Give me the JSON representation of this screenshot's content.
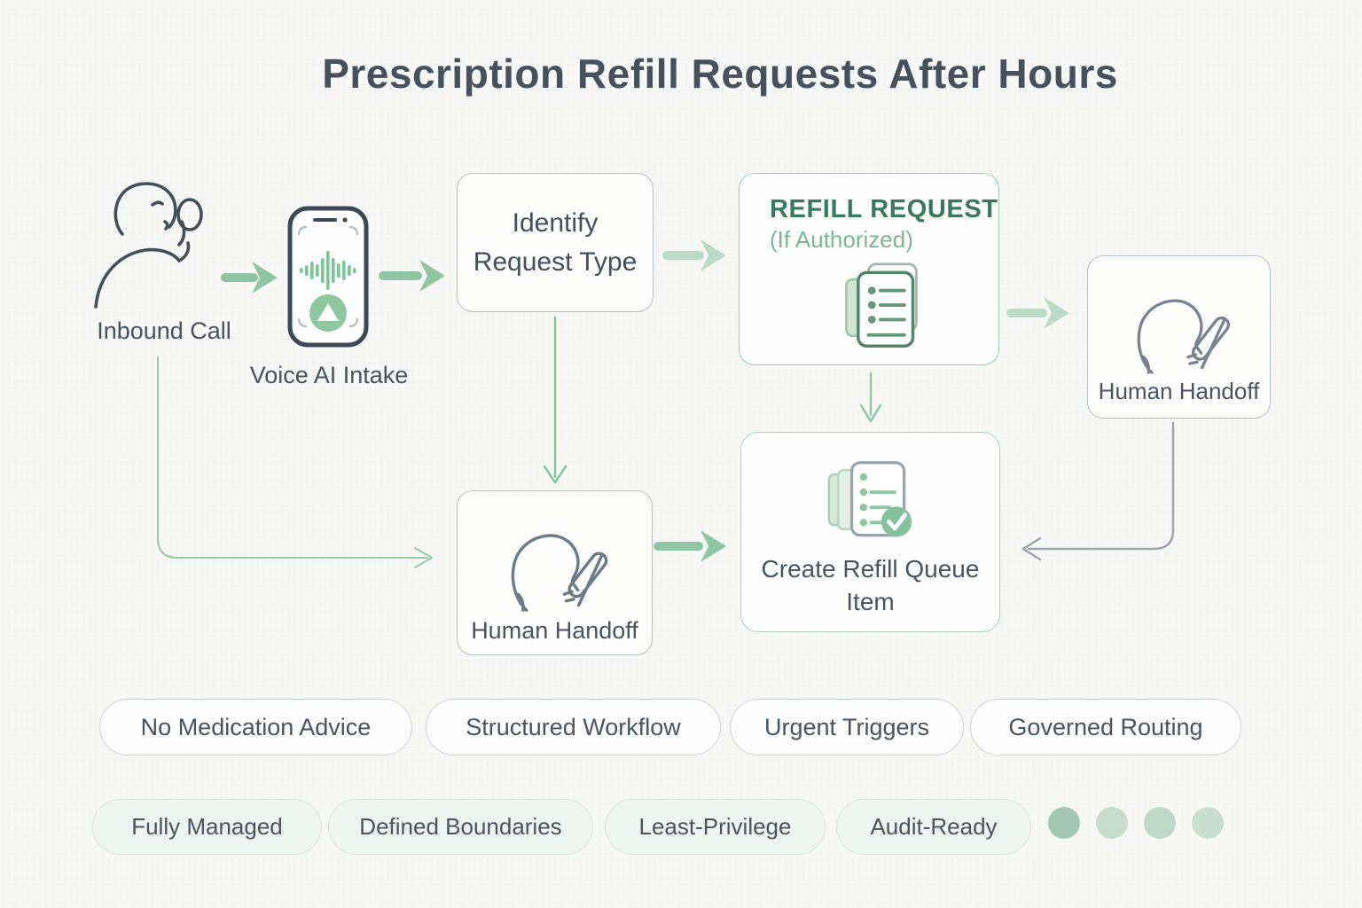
{
  "title": "Prescription Refill Requests After Hours",
  "nodes": {
    "inbound_call": {
      "label": "Inbound Call"
    },
    "voice_ai_intake": {
      "label": "Voice AI Intake"
    },
    "identify_request_type": {
      "label": "Identify Request Type"
    },
    "refill_request": {
      "title": "REFILL REQUEST",
      "subtitle": "(If Authorized)"
    },
    "human_handoff_right": {
      "label": "Human Handoff"
    },
    "human_handoff_center": {
      "label": "Human Handoff"
    },
    "create_refill_queue_item": {
      "label": "Create Refill Queue Item"
    }
  },
  "badges_row_top": [
    "No Medication Advice",
    "Structured Workflow",
    "Urgent Triggers",
    "Governed Routing"
  ],
  "badges_row_bottom": [
    "Fully Managed",
    "Defined Boundaries",
    "Least-Privilege",
    "Audit-Ready"
  ],
  "progress_dots": [
    "#a5c8b2",
    "#c6ddcb",
    "#bed9c5",
    "#c9e0ce"
  ],
  "colors": {
    "background": "#f7f8f6",
    "text_dark": "#48525c",
    "accent_green": "#7fc497",
    "arrow_green": "#8fc6a1",
    "arrow_green_light": "#bcdbc6",
    "connector_gray": "#9aa4ad",
    "refill_title_green": "#39795e",
    "box_border_gray": "#b5bec6",
    "box_border_green": "#9bcdad"
  }
}
